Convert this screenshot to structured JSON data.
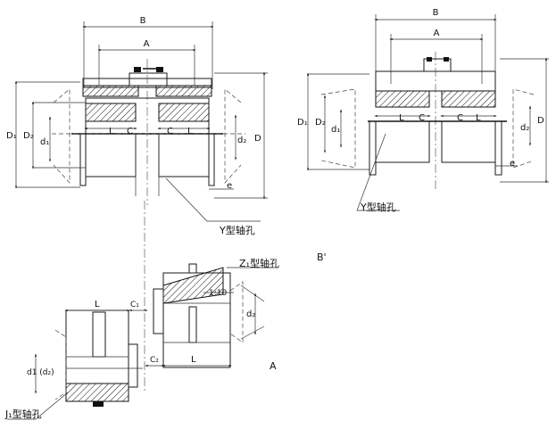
{
  "labels": {
    "B_left": "B",
    "A_left": "A",
    "L_left1": "L",
    "C_left1": "C",
    "C_left2": "C",
    "L_left2": "L",
    "D1_left": "D₁",
    "D2_left": "D₂",
    "d1_left": "d₁",
    "d2_left": "d₂",
    "D_left": "D",
    "e_left": "e",
    "Y_left": "Y型轴孔",
    "B_right": "B",
    "A_right": "A",
    "L_right1": "L",
    "C_right1": "C",
    "C_right2": "C",
    "L_right2": "L",
    "D1_right": "D₁",
    "D2_right": "D₂",
    "d1_right": "d₁",
    "d2_right": "d₂",
    "D_right": "D",
    "e_right": "e",
    "Y_right": "Y型轴孔",
    "view_B": "B'",
    "Z1": "Z₁型轴孔",
    "taper": "1:10",
    "d2_z": "d₂",
    "L_z": "L",
    "C2": "C₂",
    "L_j": "L",
    "C1": "C₁",
    "d1_j": "d1 (d₂)",
    "J1": "J₁型轴孔",
    "view_A": "A"
  },
  "icons": {
    "dimension_arrow": "arrowhead",
    "section_hatch": "diagonal-hatch"
  },
  "colors": {
    "line": "#1a1a1a",
    "background": "#ffffff"
  }
}
